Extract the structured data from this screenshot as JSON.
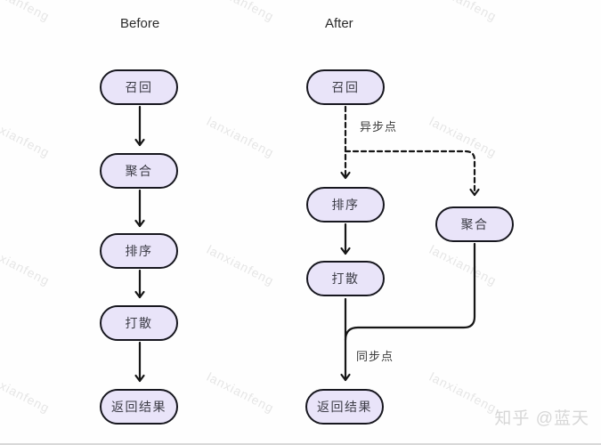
{
  "colors": {
    "node_fill": "#e9e4f9",
    "node_border": "#17171f",
    "line": "#161616",
    "watermark": "#e6e6e6",
    "credit": "#d7d7d7"
  },
  "titles": {
    "before": "Before",
    "after": "After"
  },
  "watermark_text": "lanxianfeng",
  "credit_text": "知乎 @蓝天",
  "before_flow": {
    "nodes": [
      {
        "label": "召回"
      },
      {
        "label": "聚合"
      },
      {
        "label": "排序"
      },
      {
        "label": "打散"
      },
      {
        "label": "返回结果"
      }
    ]
  },
  "after_flow": {
    "nodes": [
      {
        "label": "召回"
      },
      {
        "label": "排序"
      },
      {
        "label": "打散"
      },
      {
        "label": "聚合"
      },
      {
        "label": "返回结果"
      }
    ],
    "labels": {
      "async_point": "异步点",
      "sync_point": "同步点"
    }
  }
}
